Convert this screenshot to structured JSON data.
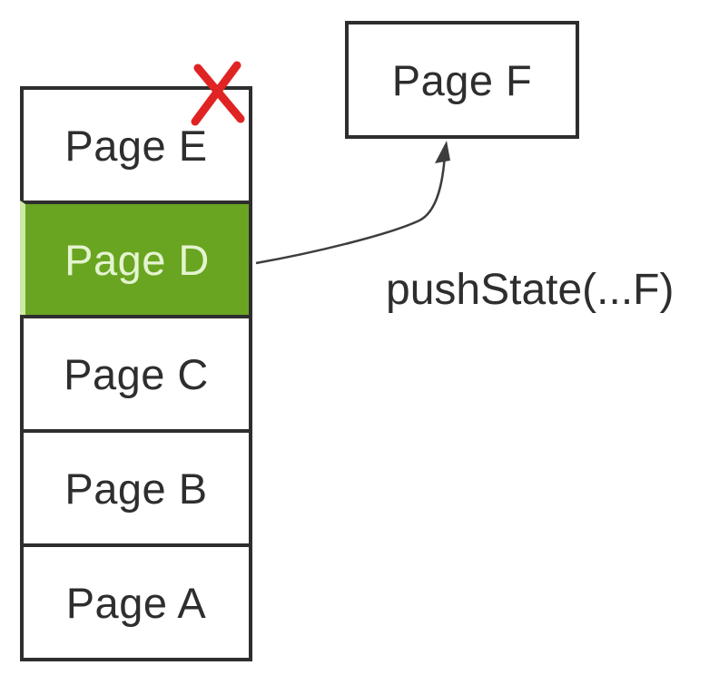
{
  "stack": {
    "items": [
      {
        "label": "Page E",
        "status": "removed"
      },
      {
        "label": "Page D",
        "status": "current"
      },
      {
        "label": "Page C",
        "status": "history"
      },
      {
        "label": "Page B",
        "status": "history"
      },
      {
        "label": "Page A",
        "status": "history"
      }
    ]
  },
  "new_page": {
    "label": "Page F"
  },
  "annotation": {
    "label": "pushState(...F)"
  },
  "icons": {
    "removed": "red-x-mark",
    "transition": "curved-arrow-up"
  },
  "colors": {
    "background": "#ffffff",
    "box_border": "#2e2e2e",
    "box_fill": "#ffffff",
    "box_text": "#2e2e2e",
    "current_fill": "#6aa522",
    "current_text": "#e4f4d0",
    "current_left_edge": "#cdeaa4",
    "removed_x": "#e02423",
    "arrow": "#3d3d3d"
  }
}
